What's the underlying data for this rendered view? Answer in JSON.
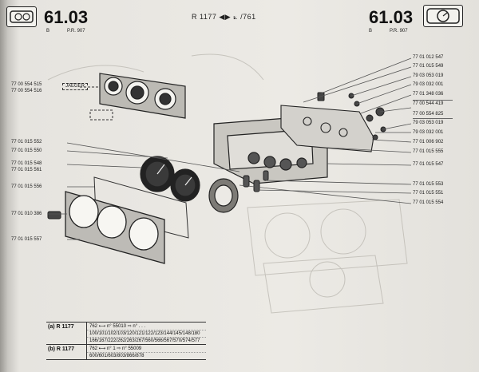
{
  "header": {
    "section": "61.03",
    "section_left_sub": "B",
    "section_left_ref": "P.R. 907",
    "section_right_sub": "B",
    "section_right_ref": "P.R. 907",
    "model_line": "R 1177 ◀▶ ⟀ /761"
  },
  "parts_left": [
    {
      "label": "77 00 554 515"
    },
    {
      "label": "77 00 554 516"
    },
    {
      "label": "77 01 015 552"
    },
    {
      "label": "77 01 015 550"
    },
    {
      "label": "77 01 015 548"
    },
    {
      "label": "77 01 015 561"
    },
    {
      "label": "77 01 015 556"
    },
    {
      "label": "77 01 010 386"
    },
    {
      "label": "77 01 015 557"
    }
  ],
  "jaeger_label": "JAEGER",
  "parts_right": [
    {
      "label": "77 01 012 547"
    },
    {
      "label": "77 01 015 549"
    },
    {
      "label": "79 03 053 019"
    },
    {
      "label": "79 03 032 001"
    },
    {
      "label": "77 01 348 036"
    },
    {
      "label": "77 00 544 419"
    },
    {
      "label": "77 00 554 825"
    },
    {
      "label": "79 03 053 019"
    },
    {
      "label": "79 03 032 001"
    },
    {
      "label": "77 01 006 902"
    },
    {
      "label": "77 01 015 555"
    },
    {
      "label": "77 01 015 547"
    },
    {
      "label": "77 01 015 553"
    },
    {
      "label": "77 01 015 551"
    },
    {
      "label": "77 01 015 554"
    }
  ],
  "applicability": [
    {
      "label": "(a) R 1177",
      "lines": [
        "762 ⟷ n° 55010 ⇨ n° . . .",
        "100/101/102/103/120/121/122/123/144/145/148/180",
        "166/167/222/262/263/267/560/566/567/570/574/577"
      ]
    },
    {
      "label": "(b) R 1177",
      "lines": [
        "762 ⟷ n° 1 ⇨ n° 55009",
        "600/601/603/803/866/878"
      ]
    }
  ]
}
